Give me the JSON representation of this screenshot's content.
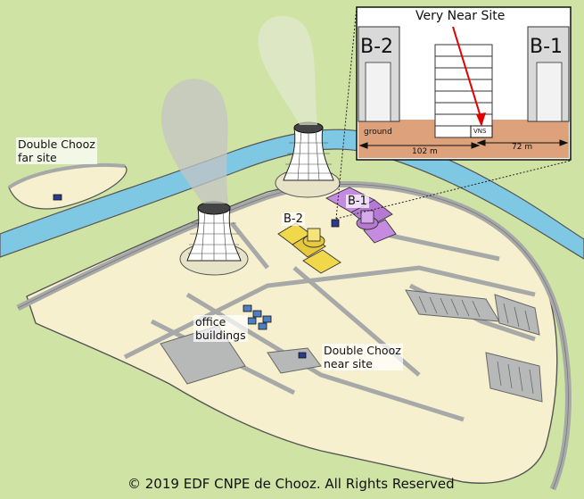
{
  "labels": {
    "far_site": [
      "Double Chooz",
      "far site"
    ],
    "near_site": [
      "Double Chooz",
      "near site"
    ],
    "office": [
      "office",
      "buildings"
    ],
    "b1": "B-1",
    "b2": "B-2",
    "copyright": "© 2019 EDF CNPE de Chooz. All Rights Reserved"
  },
  "inset": {
    "title": "Very Near Site",
    "left_building": "B-2",
    "right_building": "B-1",
    "ground": "ground",
    "vns": "VNS",
    "dist_left": "102 m",
    "dist_right": "72 m"
  },
  "colors": {
    "grass": "#cfe3a4",
    "land": "#f6f0cf",
    "road": "#a7a9a8",
    "river": "#7ec8e3",
    "b1_purple": "#c58be0",
    "b2_yellow": "#f0d84a",
    "ground": "#dda17b",
    "arrow": "#e00000"
  }
}
